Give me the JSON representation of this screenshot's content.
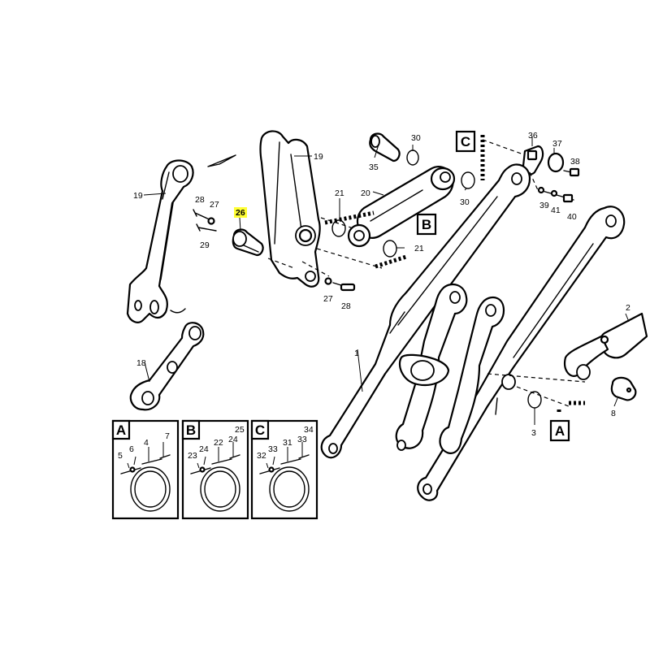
{
  "highlight_color": "#ffff33",
  "highlighted_part": "26",
  "callouts": {
    "p19a": "19",
    "p19b": "19",
    "p18": "18",
    "p26": "26",
    "p27a": "27",
    "p28a": "28",
    "p29": "29",
    "p27b": "27",
    "p28b": "28",
    "p21a": "21",
    "p21b": "21",
    "p20": "20",
    "p30a": "30",
    "p30b": "30",
    "p35": "35",
    "p36": "36",
    "p37": "37",
    "p38": "38",
    "p39": "39",
    "p41": "41",
    "p40": "40",
    "p1": "1",
    "p2": "2",
    "p3": "3",
    "p8": "8"
  },
  "section_markers": {
    "b_main": "B",
    "c_main": "C",
    "a_main": "A"
  },
  "detail_boxes": [
    {
      "letter": "A",
      "labels": {
        "l5": "5",
        "l6": "6",
        "l4": "4",
        "l7": "7"
      }
    },
    {
      "letter": "B",
      "labels": {
        "l5": "23",
        "l6": "24",
        "l4": "22",
        "l7": "25",
        "l7b": "24"
      }
    },
    {
      "letter": "C",
      "labels": {
        "l5": "32",
        "l6": "33",
        "l4": "31",
        "l7": "34",
        "l7b": "33"
      }
    }
  ]
}
